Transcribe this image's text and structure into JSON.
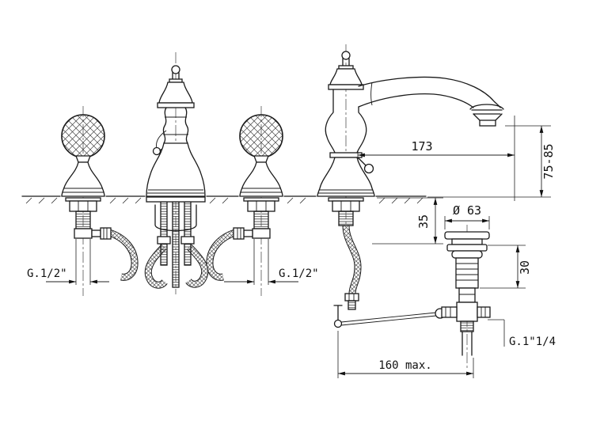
{
  "colors": {
    "ink": "#1a1a1a",
    "background": "#ffffff"
  },
  "drawing": {
    "type": "faucet-installation-technical-drawing",
    "dimensions": {
      "spout_reach": "173",
      "spout_height": "75-85",
      "deck_thickness": "35",
      "drain_diameter": "Ø 63",
      "drain_height": "30",
      "left_inlet_thread": "G.1/2\"",
      "right_inlet_thread": "G.1/2\"",
      "waste_outlet_thread": "G.1\"1/4",
      "rod_travel": "160 max."
    }
  }
}
